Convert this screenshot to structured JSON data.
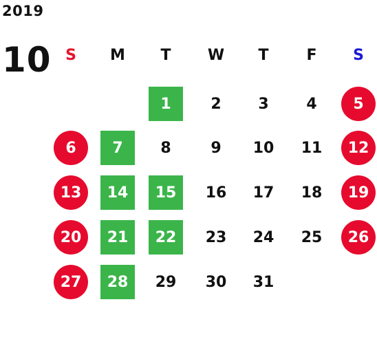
{
  "calendar": {
    "year": "2019",
    "month": "10",
    "weekdays": [
      "S",
      "M",
      "T",
      "W",
      "T",
      "F",
      "S"
    ],
    "weekday_colors": [
      "#e5132b",
      "#111111",
      "#111111",
      "#111111",
      "#111111",
      "#111111",
      "#1a1ad6"
    ],
    "colors": {
      "holiday": "#e60b2e",
      "marked": "#3bb54a",
      "text": "#111111"
    },
    "weeks": [
      [
        null,
        null,
        {
          "n": "1",
          "s": "marked"
        },
        {
          "n": "2",
          "s": "normal"
        },
        {
          "n": "3",
          "s": "normal"
        },
        {
          "n": "4",
          "s": "normal"
        },
        {
          "n": "5",
          "s": "holiday"
        }
      ],
      [
        {
          "n": "6",
          "s": "holiday"
        },
        {
          "n": "7",
          "s": "marked"
        },
        {
          "n": "8",
          "s": "normal"
        },
        {
          "n": "9",
          "s": "normal"
        },
        {
          "n": "10",
          "s": "normal"
        },
        {
          "n": "11",
          "s": "normal"
        },
        {
          "n": "12",
          "s": "holiday"
        }
      ],
      [
        {
          "n": "13",
          "s": "holiday"
        },
        {
          "n": "14",
          "s": "marked"
        },
        {
          "n": "15",
          "s": "marked"
        },
        {
          "n": "16",
          "s": "normal"
        },
        {
          "n": "17",
          "s": "normal"
        },
        {
          "n": "18",
          "s": "normal"
        },
        {
          "n": "19",
          "s": "holiday"
        }
      ],
      [
        {
          "n": "20",
          "s": "holiday"
        },
        {
          "n": "21",
          "s": "marked"
        },
        {
          "n": "22",
          "s": "marked"
        },
        {
          "n": "23",
          "s": "normal"
        },
        {
          "n": "24",
          "s": "normal"
        },
        {
          "n": "25",
          "s": "normal"
        },
        {
          "n": "26",
          "s": "holiday"
        }
      ],
      [
        {
          "n": "27",
          "s": "holiday"
        },
        {
          "n": "28",
          "s": "marked"
        },
        {
          "n": "29",
          "s": "normal"
        },
        {
          "n": "30",
          "s": "normal"
        },
        {
          "n": "31",
          "s": "normal"
        },
        null,
        null
      ]
    ]
  }
}
